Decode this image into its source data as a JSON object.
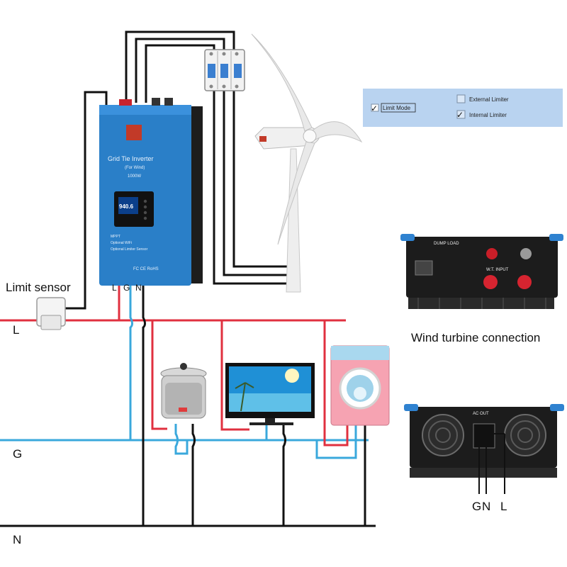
{
  "labels": {
    "limit_sensor": "Limit sensor",
    "line_L": "L",
    "line_G": "G",
    "line_N": "N",
    "inverter_terminals": {
      "l": "L",
      "g": "G",
      "n": "N"
    },
    "wind_turbine_connection": "Wind turbine connection",
    "ac_out_terminals": {
      "g": "G",
      "n": "N",
      "l": "L"
    }
  },
  "inverter": {
    "title": "Grid Tie Inverter",
    "subtitle": "(For Wind)",
    "power": "1000W",
    "display_value": "940.6",
    "features": [
      "MPPT",
      "Optional WiFi",
      "Optional Limiter Sensor"
    ],
    "cert": "FC CE RoHS"
  },
  "limit_mode_panel": {
    "limit_mode": {
      "label": "Limit Mode",
      "checked": true
    },
    "external": {
      "label": "External Limiter",
      "checked": false
    },
    "internal": {
      "label": "Internal Limiter",
      "checked": true
    }
  },
  "connector_panels": {
    "top": {
      "dump_load": "DUMP LOAD",
      "wt_input": "W.T. INPUT"
    },
    "bottom": {
      "ac_out": "AC OUT"
    }
  },
  "colors": {
    "live": "#e0303f",
    "ground": "#3aa8dc",
    "neutral": "#111111",
    "inverter_blue": "#2a7fc8",
    "panel_bg": "#b9d3f0"
  }
}
